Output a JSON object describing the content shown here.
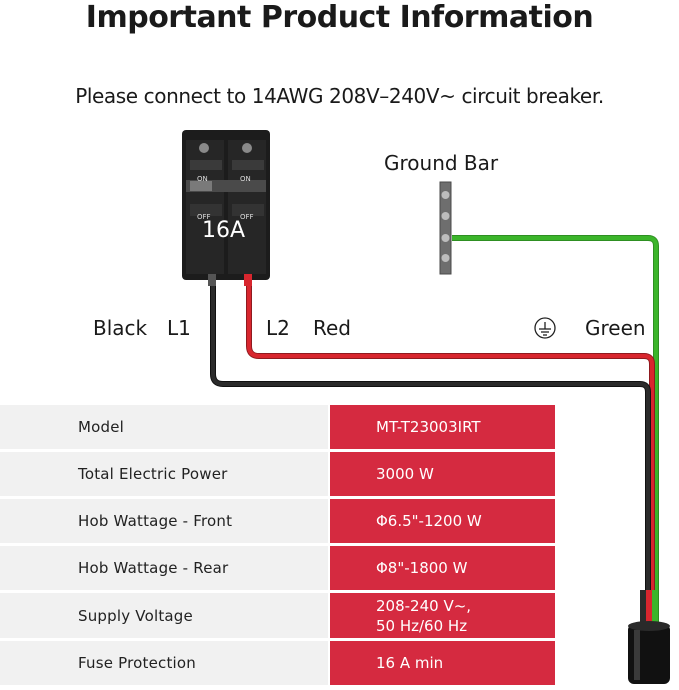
{
  "header": {
    "title": "Important Product Information",
    "subtitle": "Please connect to 14AWG 208V–240V~ circuit breaker."
  },
  "diagram": {
    "breaker_rating": "16A",
    "breaker_switch_labels": {
      "on": "ON",
      "off": "OFF"
    },
    "ground_bar_label": "Ground Bar",
    "wire_labels": {
      "black": "Black",
      "l1": "L1",
      "l2": "L2",
      "red": "Red",
      "green": "Green"
    },
    "ground_symbol": "earth-ground-icon",
    "colors": {
      "black_wire": "#2b2b2b",
      "red_wire": "#d8262e",
      "green_wire": "#3bb52a",
      "ground_bar": "#6e6e6e"
    }
  },
  "specs": {
    "accent_color": "#d52a40",
    "rows": [
      {
        "label": "Model",
        "value": [
          "MT-T23003IRT"
        ]
      },
      {
        "label": "Total Electric Power",
        "value": [
          "3000 W"
        ]
      },
      {
        "label": "Hob Wattage - Front",
        "value": [
          "Φ6.5\"-1200 W"
        ]
      },
      {
        "label": "Hob Wattage - Rear",
        "value": [
          "Φ8\"-1800 W"
        ]
      },
      {
        "label": "Supply Voltage",
        "value": [
          "208-240 V~,",
          "50 Hz/60 Hz"
        ]
      },
      {
        "label": "Fuse Protection",
        "value": [
          "16 A min"
        ]
      }
    ]
  }
}
